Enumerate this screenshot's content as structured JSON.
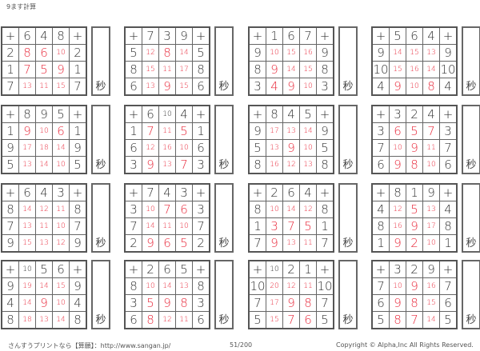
{
  "title": "9ます計算",
  "seconds_label": "秒",
  "puzzles": [
    {
      "cols": [
        6,
        4,
        8
      ],
      "rows": [
        2,
        1,
        7
      ]
    },
    {
      "cols": [
        7,
        3,
        9
      ],
      "rows": [
        5,
        8,
        6
      ]
    },
    {
      "cols": [
        1,
        6,
        7
      ],
      "rows": [
        9,
        8,
        3
      ]
    },
    {
      "cols": [
        5,
        6,
        4
      ],
      "rows": [
        9,
        10,
        4
      ]
    },
    {
      "cols": [
        8,
        9,
        5
      ],
      "rows": [
        1,
        9,
        5
      ]
    },
    {
      "cols": [
        6,
        10,
        4
      ],
      "rows": [
        1,
        6,
        3
      ]
    },
    {
      "cols": [
        8,
        4,
        5
      ],
      "rows": [
        9,
        5,
        8
      ]
    },
    {
      "cols": [
        3,
        2,
        4
      ],
      "rows": [
        3,
        7,
        6
      ]
    },
    {
      "cols": [
        6,
        4,
        3
      ],
      "rows": [
        8,
        7,
        9
      ]
    },
    {
      "cols": [
        7,
        4,
        3
      ],
      "rows": [
        3,
        7,
        2
      ]
    },
    {
      "cols": [
        2,
        6,
        4
      ],
      "rows": [
        8,
        1,
        7
      ]
    },
    {
      "cols": [
        8,
        1,
        9
      ],
      "rows": [
        4,
        8,
        1
      ]
    },
    {
      "cols": [
        10,
        5,
        6
      ],
      "rows": [
        9,
        4,
        8
      ]
    },
    {
      "cols": [
        2,
        6,
        5
      ],
      "rows": [
        8,
        3,
        6
      ]
    },
    {
      "cols": [
        10,
        2,
        1
      ],
      "rows": [
        10,
        7,
        5
      ]
    },
    {
      "cols": [
        3,
        2,
        9
      ],
      "rows": [
        7,
        6,
        5
      ]
    }
  ],
  "footer": {
    "left": "さんすうプリントなら【算願】：http://www.sangan.jp/",
    "page": "51/200",
    "copyright": "Copyright © Alpha,Inc All Rights Reserved."
  },
  "colors": {
    "answer": "#e8283a",
    "text": "#333333"
  }
}
